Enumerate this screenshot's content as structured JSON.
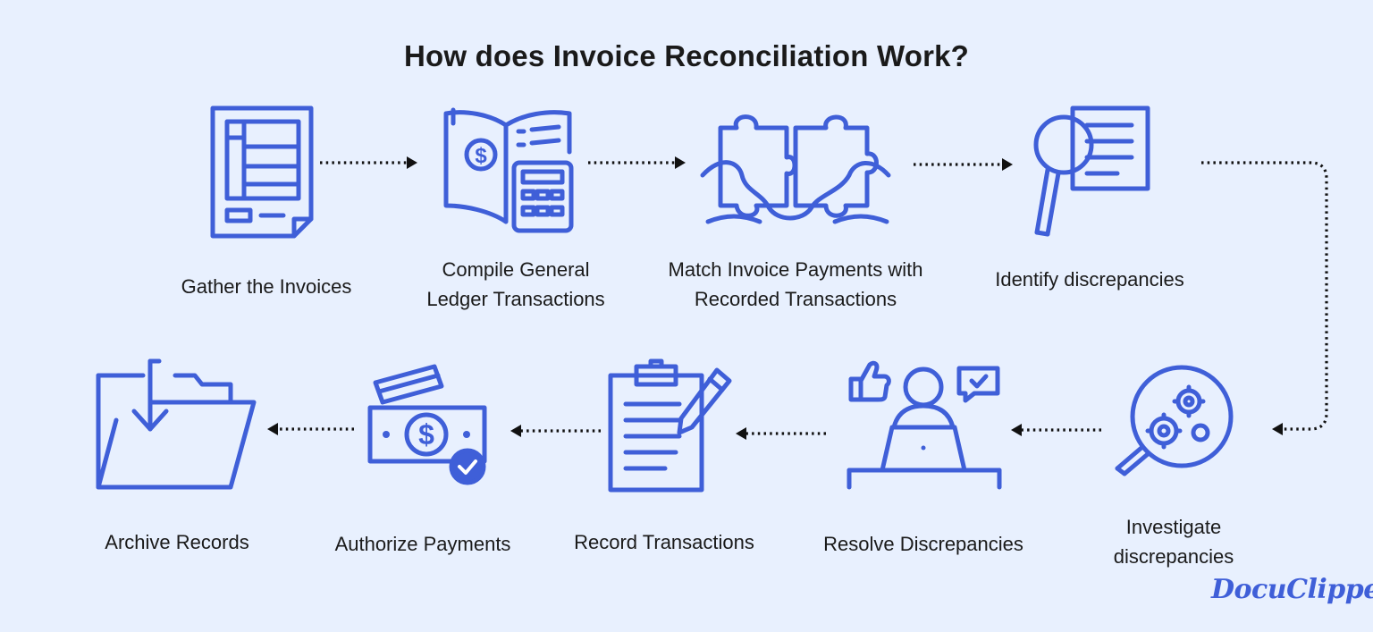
{
  "title": "How does Invoice Reconciliation Work?",
  "steps": [
    {
      "lines": [
        "Gather the Invoices"
      ],
      "icon": "invoice-document-icon"
    },
    {
      "lines": [
        "Compile General",
        "Ledger Transactions"
      ],
      "icon": "ledger-calculator-icon"
    },
    {
      "lines": [
        "Match Invoice Payments with",
        "Recorded Transactions"
      ],
      "icon": "puzzle-pieces-icon"
    },
    {
      "lines": [
        "Identify discrepancies"
      ],
      "icon": "magnifier-document-icon"
    },
    {
      "lines": [
        "Investigate",
        "discrepancies"
      ],
      "icon": "magnifier-gears-icon"
    },
    {
      "lines": [
        "Resolve Discrepancies"
      ],
      "icon": "person-laptop-feedback-icon"
    },
    {
      "lines": [
        "Record Transactions"
      ],
      "icon": "clipboard-pencil-icon"
    },
    {
      "lines": [
        "Authorize Payments"
      ],
      "icon": "cash-card-check-icon"
    },
    {
      "lines": [
        "Archive Records"
      ],
      "icon": "folder-download-icon"
    }
  ],
  "brand": {
    "logo_text": "DocuClipper",
    "accent": "#3f5fd8",
    "background": "#e8f0fe"
  }
}
